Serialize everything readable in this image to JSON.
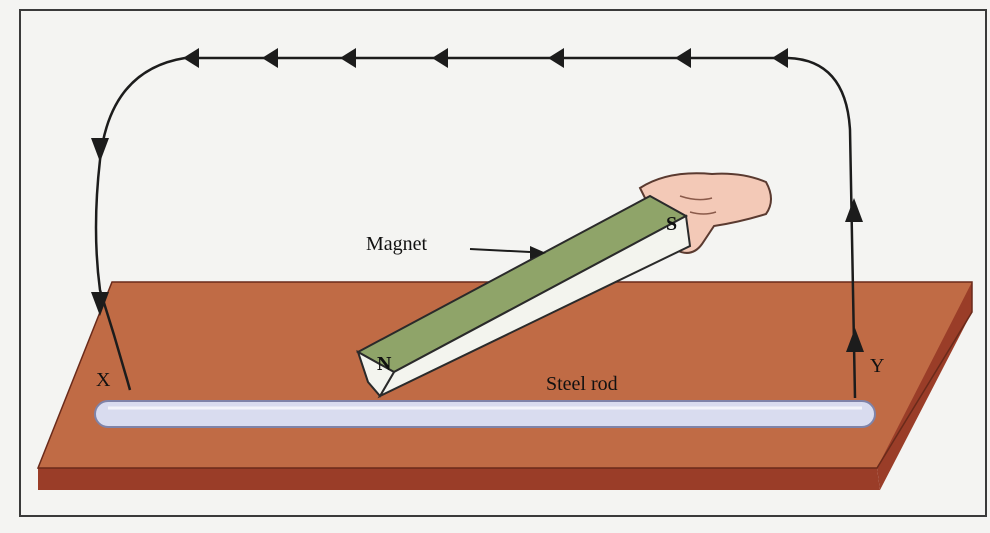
{
  "figure": {
    "labels": {
      "magnet": "Magnet",
      "north": "N",
      "south": "S",
      "end_x": "X",
      "end_y": "Y",
      "rod": "Steel rod"
    }
  },
  "colors": {
    "background": "#f4f4f2",
    "frame": "#3a3a3a",
    "board_top": "#c06b45",
    "board_side": "#9a3d28",
    "board_edge": "#6a2a1a",
    "rod": "#d9dcef",
    "rod_outline": "#7f83a8",
    "magnet_top": "#8fa469",
    "magnet_face": "#f3f4ee",
    "hand": "#f3c9b7",
    "path_line": "#1c1c1c"
  },
  "icons": {
    "arrow": "triangle-arrowhead"
  }
}
